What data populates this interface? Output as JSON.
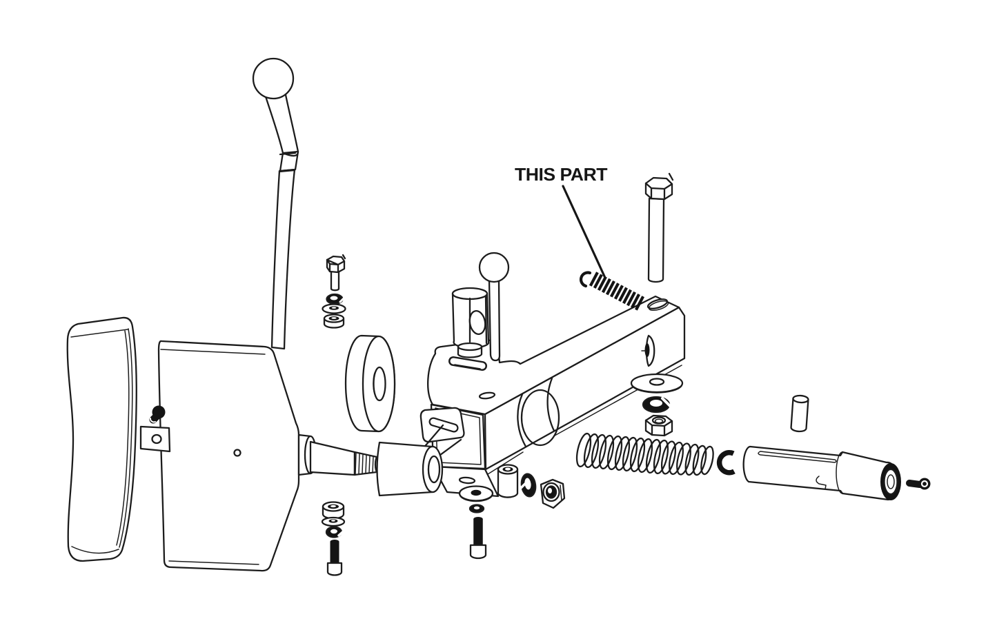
{
  "callout": {
    "label": "THIS PART",
    "highlight_color": "#f2e115",
    "text_color": "#161616",
    "leader_color": "#161616",
    "target_part": "extension-spring"
  },
  "diagram": {
    "type": "exploded-parts-diagram",
    "background_color": "#ffffff",
    "line_color": "#1c1c1c",
    "part_fill_color": "#ffffff",
    "hardware_black": "#141414",
    "parts": [
      "rubber-pad",
      "backing-plate",
      "stud-pin",
      "hinge-bracket",
      "lever-handle",
      "pivot-hub",
      "threaded-stud",
      "hex-bolt-short",
      "lock-washer-small",
      "flat-washer-small",
      "spacer-bushing-small",
      "roller-disc",
      "main-arm",
      "pivot-tube",
      "latch-cylinder",
      "ball-lock-pin",
      "extension-spring",
      "hex-bolt-long",
      "flat-washer-right",
      "lock-washer-right",
      "hex-nut-right",
      "compression-spring",
      "snap-ring",
      "dowel-pin",
      "release-tube",
      "set-screw",
      "pivot-washer-center",
      "retainer-ring-center",
      "socket-bolt-center",
      "pivot-bushing-center",
      "lock-washer-center",
      "hex-nut-center",
      "spacer-bushing-lower",
      "flat-washer-lower",
      "lock-washer-lower",
      "socket-bolt-lower"
    ]
  }
}
